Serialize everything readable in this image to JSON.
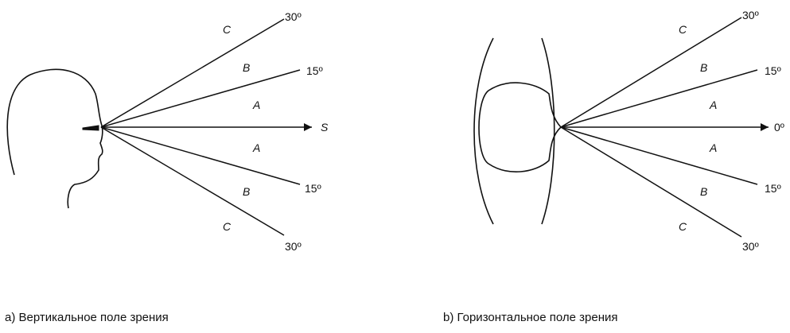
{
  "vertical": {
    "caption": "a) Вертикальное поле зрения",
    "angle_labels": [
      "30º",
      "15º",
      "S",
      "15º",
      "30º"
    ],
    "zone_labels": [
      "C",
      "B",
      "A",
      "A",
      "B",
      "C"
    ]
  },
  "horizontal": {
    "caption": "b) Горизонтальное поле зрения",
    "angle_labels": [
      "30º",
      "15º",
      "0º",
      "15º",
      "30º"
    ],
    "zone_labels": [
      "C",
      "B",
      "A",
      "A",
      "B",
      "C"
    ]
  }
}
